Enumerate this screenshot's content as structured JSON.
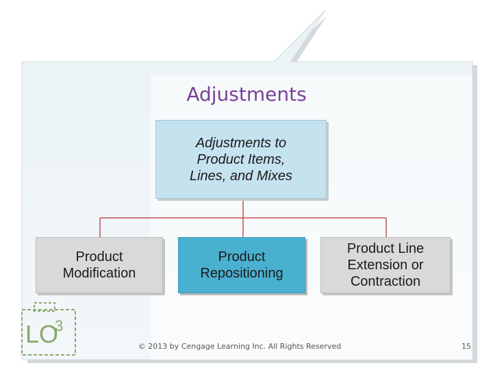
{
  "slide": {
    "title": "Adjustments",
    "footer": "© 2013 by Cengage Learning Inc. All Rights Reserved",
    "page_number": "15",
    "lo_label": "LO",
    "lo_number": "3"
  },
  "diagram": {
    "root": "Adjustments to\nProduct Items,\nLines, and Mixes",
    "children": [
      "Product\nModification",
      "Product\nRepositioning",
      "Product Line\nExtension or\nContraction"
    ]
  },
  "colors": {
    "title": "#7b3f98",
    "root_fill": "#c5e2ef",
    "highlight_fill": "#4ab0d0",
    "child_fill": "#d9d9d9",
    "connector": "#c0504d",
    "lo_badge": "#8aa86c",
    "panel": "#e6f0f5"
  }
}
